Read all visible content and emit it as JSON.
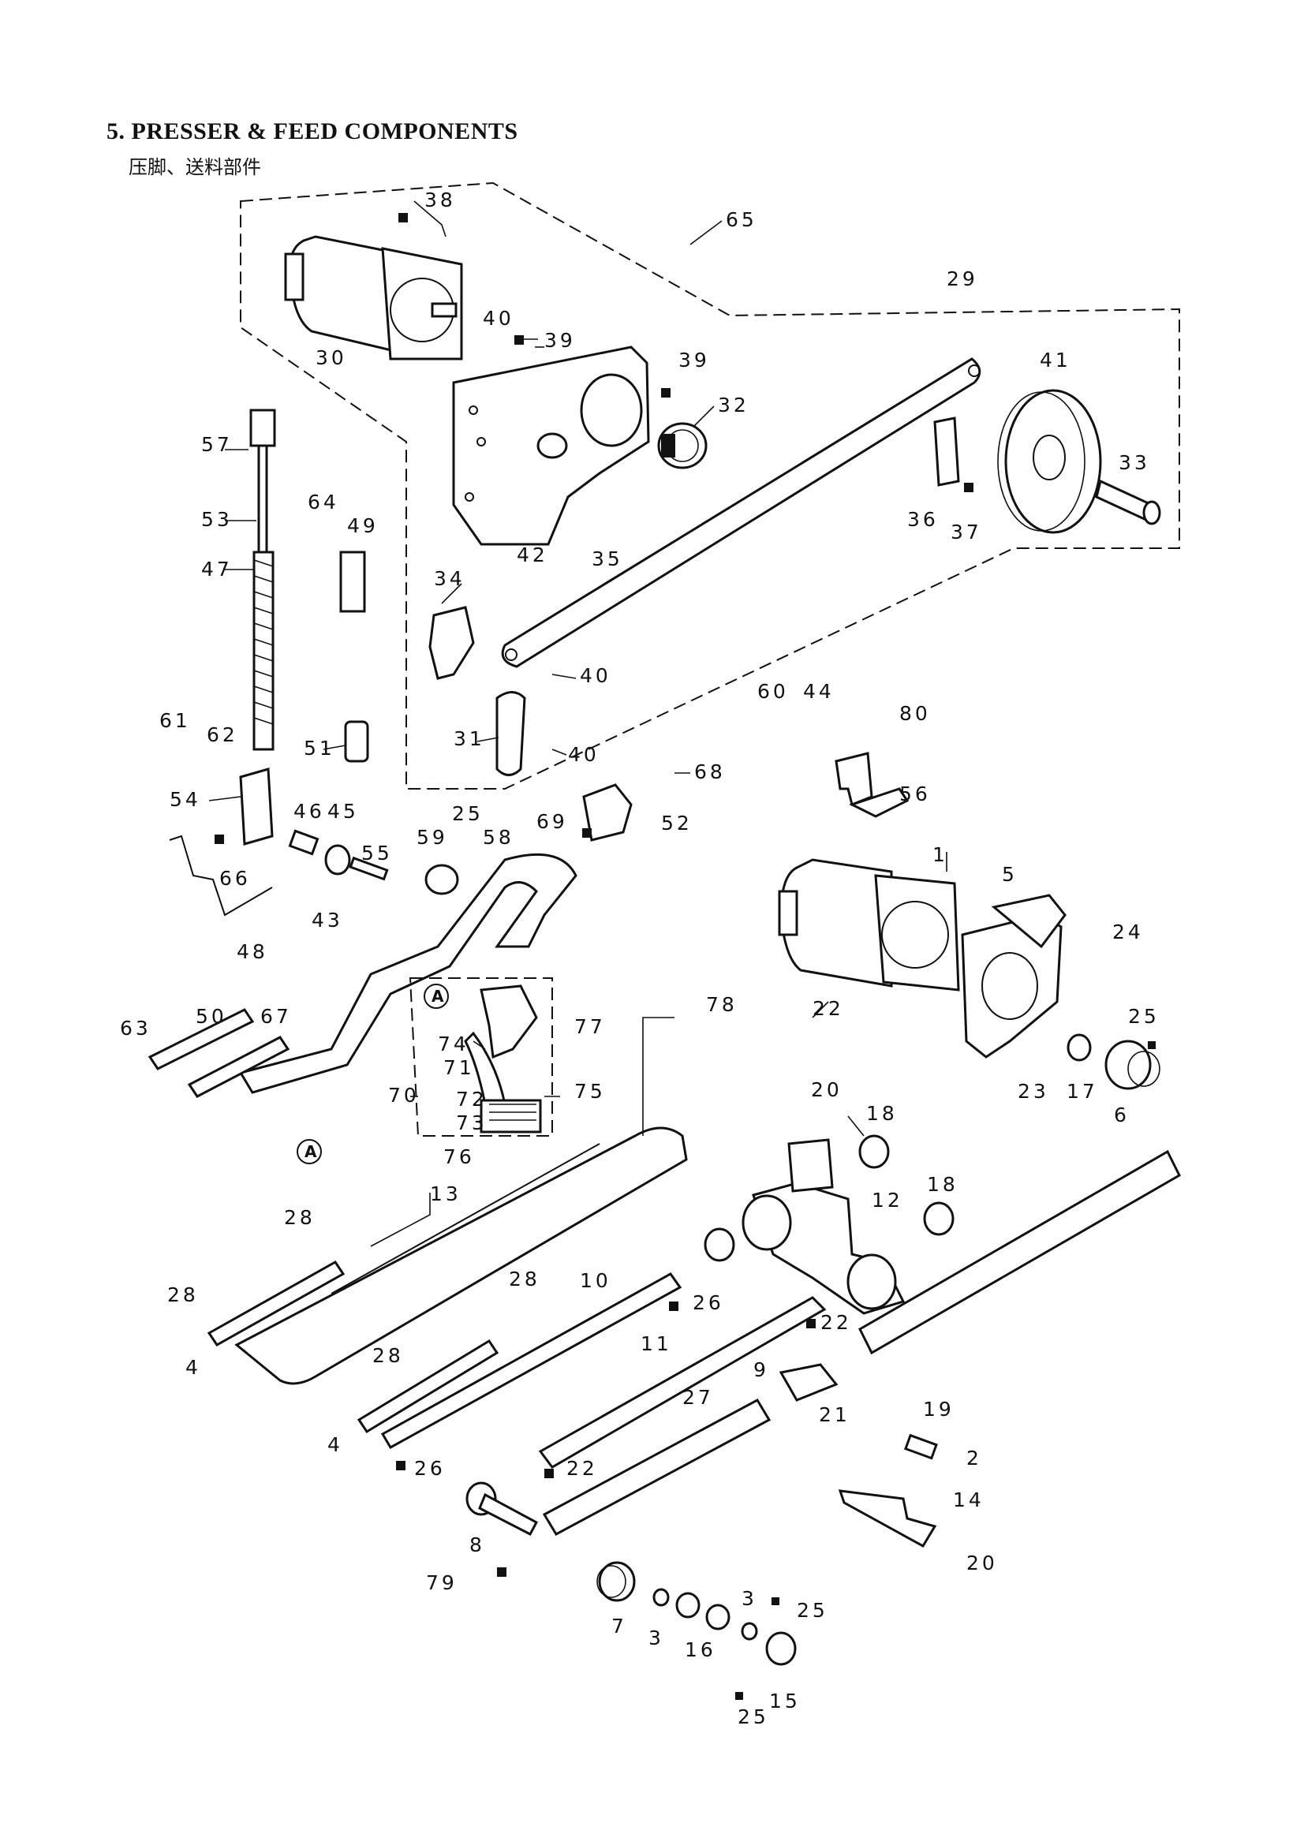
{
  "title": "5. PRESSER & FEED COMPONENTS",
  "subtitle": "压脚、送料部件",
  "circle_marker": "A",
  "part_numbers": [
    "38",
    "65",
    "29",
    "30",
    "40",
    "39",
    "39",
    "32",
    "41",
    "33",
    "36",
    "37",
    "42",
    "57",
    "53",
    "64",
    "49",
    "47",
    "35",
    "34",
    "40",
    "40",
    "31",
    "51",
    "68",
    "60",
    "44",
    "80",
    "56",
    "61",
    "62",
    "54",
    "46",
    "45",
    "55",
    "66",
    "43",
    "48",
    "25",
    "59",
    "58",
    "69",
    "52",
    "1",
    "5",
    "24",
    "22",
    "25",
    "17",
    "6",
    "23",
    "78",
    "77",
    "74",
    "71",
    "70",
    "75",
    "72",
    "73",
    "76",
    "A",
    "A",
    "63",
    "50",
    "67",
    "20",
    "18",
    "12",
    "18",
    "13",
    "28",
    "28",
    "28",
    "10",
    "26",
    "22",
    "4",
    "4",
    "28",
    "9",
    "21",
    "11",
    "27",
    "19",
    "2",
    "14",
    "20",
    "26",
    "22",
    "8",
    "79",
    "7",
    "3",
    "16",
    "3",
    "25",
    "15",
    "25"
  ]
}
